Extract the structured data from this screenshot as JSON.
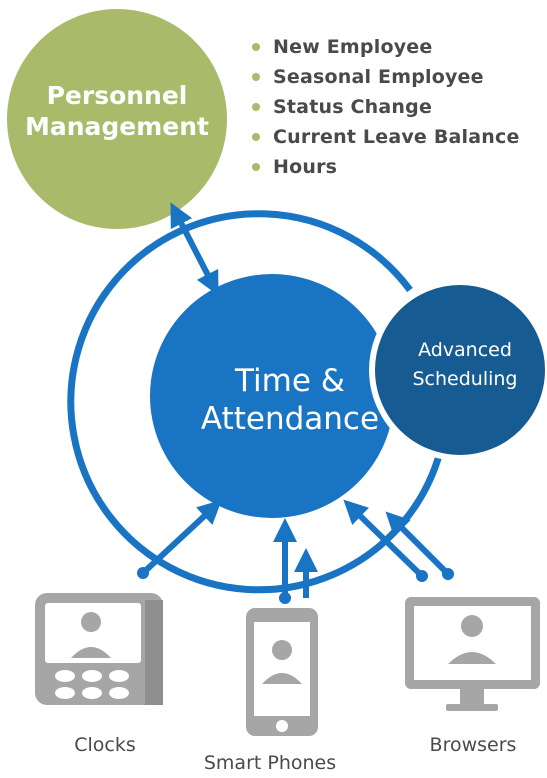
{
  "personnel_management": {
    "title_line1": "Personnel",
    "title_line2": "Management",
    "bullets": [
      "New Employee",
      "Seasonal Employee",
      "Status Change",
      "Current Leave Balance",
      "Hours"
    ]
  },
  "time_attendance": {
    "title_line1": "Time &",
    "title_line2": "Attendance"
  },
  "advanced_scheduling": {
    "title_line1": "Advanced",
    "title_line2": "Scheduling"
  },
  "devices": {
    "clocks": "Clocks",
    "smart_phones": "Smart Phones",
    "browsers": "Browsers"
  },
  "colors": {
    "green": "#a9bb6a",
    "blue": "#1a74c4",
    "dark_blue": "#175b93",
    "gray": "#a6a6a6",
    "text": "#4a4a4a"
  }
}
